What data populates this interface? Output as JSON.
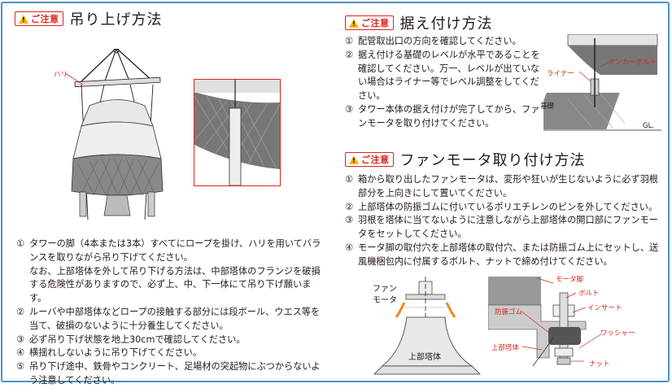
{
  "badge_label": "ご注意",
  "sections": {
    "lifting": {
      "title": "吊り上げ方法",
      "hari_label": "ハリ",
      "items": [
        {
          "num": "①",
          "text": "タワーの脚（4本または3本）すべてにロープを掛け、ハリを用いてバランスを取りながら吊り下げてください。\nなお、上部塔体を外して吊り下げる方法は、中部塔体のフランジを破損する危険性がありますので、必ず上、中、下一体にて吊り下げ願います。"
        },
        {
          "num": "②",
          "text": "ルーバや中部塔体などロープの接触する部分には段ボール、ウエス等を当て、破損のないように十分養生してください。"
        },
        {
          "num": "③",
          "text": "必ず吊り下げ状態を地上30cmで確認してください。"
        },
        {
          "num": "④",
          "text": "横揺れしないように吊り下げてください。"
        },
        {
          "num": "⑤",
          "text": "吊り下げ途中、鉄骨やコンクリート、足場材の突起物にぶつからないよう注意してください。"
        }
      ]
    },
    "installation": {
      "title": "据え付け方法",
      "labels": {
        "anchor_bolt": "アンカーボルト",
        "liner": "ライナー",
        "foundation": "基礎",
        "gl": "GL."
      },
      "items": [
        {
          "num": "①",
          "text": "配管取出口の方向を確認してください。"
        },
        {
          "num": "②",
          "text": "据え付ける基礎のレベルが水平であることを確認してください。万一、レベルが出ていない場合はライナー等でレベル調整をしてください。"
        },
        {
          "num": "③",
          "text": "タワー本体の据え付けが完了してから、ファンモータを取り付けてください。"
        }
      ]
    },
    "fan_motor": {
      "title": "ファンモータ取り付け方法",
      "labels": {
        "fan": "ファン",
        "motor": "モータ",
        "upper_tower": "上部塔体",
        "motor_leg": "モータ脚",
        "bolt": "ボルト",
        "insert": "インサート",
        "rubber": "防振ゴム",
        "washer": "ワッシャー",
        "upper_tower_small": "上部塔体",
        "nut": "ナット"
      },
      "items": [
        {
          "num": "①",
          "text": "箱から取り出したファンモータは、変形や狂いが生じないように必ず羽根部分を上向きにして置いてください。"
        },
        {
          "num": "②",
          "text": "上部塔体の防振ゴムに付いているポリエチレンのピンを外してください。"
        },
        {
          "num": "③",
          "text": "羽根を塔体に当てないように注意しながら上部塔体の開口部にファンモータをセットしてください。"
        },
        {
          "num": "④",
          "text": "モータ脚の取付穴を上部塔体の取付穴、または防振ゴム上にセットし、送風機梱包内に付属するボルト、ナットで締め付けてください。"
        }
      ]
    }
  }
}
